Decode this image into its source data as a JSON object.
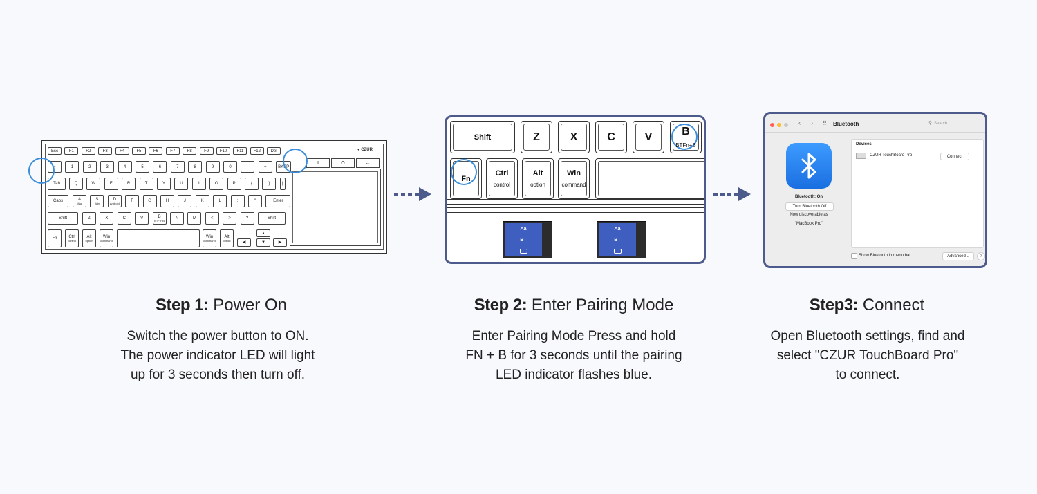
{
  "step1": {
    "title_bold": "Step 1:",
    "title_rest": "Power On",
    "desc": [
      "Switch the power button to ON.",
      "The power indicator LED will light",
      "up for 3 seconds then turn off."
    ],
    "keyboard": {
      "brand": "CZUR",
      "fn_row": [
        "Esc",
        "F1",
        "F2",
        "F3",
        "F4",
        "F5",
        "F6",
        "F7",
        "F8",
        "F9",
        "F10",
        "F11",
        "F12",
        "Del"
      ],
      "num_row": [
        "~",
        "1",
        "2",
        "3",
        "4",
        "5",
        "6",
        "7",
        "8",
        "9",
        "0",
        "-",
        "+",
        "BKSP"
      ],
      "q_row": [
        "Tab",
        "Q",
        "W",
        "E",
        "R",
        "T",
        "Y",
        "U",
        "I",
        "O",
        "P",
        "{",
        "}",
        "|"
      ],
      "a_row": [
        "Caps",
        "A",
        "S",
        "D",
        "F",
        "G",
        "H",
        "J",
        "K",
        "L",
        ":",
        "\"",
        "Enter"
      ],
      "a_row_sub": [
        "",
        "Mac",
        "Win",
        "Android",
        "",
        "",
        "",
        "",
        "",
        "",
        "",
        "",
        ""
      ],
      "z_row": [
        "Shift",
        "Z",
        "X",
        "C",
        "V",
        "B",
        "N",
        "M",
        "<",
        ">",
        "?",
        "Shift"
      ],
      "bottom_row": [
        {
          "label": "Fn",
          "sub": ""
        },
        {
          "label": "Ctrl",
          "sub": "control"
        },
        {
          "label": "Alt",
          "sub": "option"
        },
        {
          "label": "Win",
          "sub": "command"
        },
        {
          "label": "",
          "sub": ""
        },
        {
          "label": "Win",
          "sub": "command"
        },
        {
          "label": "Alt",
          "sub": "option"
        }
      ],
      "b_sub": "BTFn+B",
      "touchpad_buttons": [
        "II",
        "O",
        "←"
      ],
      "arrows": [
        "▲",
        "◀",
        "▼",
        "▶"
      ]
    }
  },
  "step2": {
    "title_bold": "Step 2:",
    "title_rest": "Enter Pairing Mode",
    "desc": [
      "Enter Pairing Mode Press and hold",
      "FN + B for 3 seconds until the pairing",
      "LED indicator flashes blue."
    ],
    "row1": [
      "Shift",
      "Z",
      "X",
      "C",
      "V",
      "B"
    ],
    "b_sub": "BTFn+B",
    "row2": [
      {
        "label": "Fn",
        "sub": ""
      },
      {
        "label": "Ctrl",
        "sub": "control"
      },
      {
        "label": "Alt",
        "sub": "option"
      },
      {
        "label": "Win",
        "sub": "command"
      }
    ],
    "led_screen": [
      "Aa",
      "BT"
    ]
  },
  "step3": {
    "title_bold": "Step3:",
    "title_rest": "Connect",
    "desc": [
      "Open Bluetooth settings, find and",
      "select \"CZUR TouchBoard Pro\"",
      "to connect."
    ],
    "window": {
      "title": "Bluetooth",
      "search_placeholder": "Search",
      "status": "Bluetooth: On",
      "turn_off_button": "Turn Bluetooth Off",
      "discoverable_1": "Now discoverable as",
      "discoverable_2": "\"MacBook Pro\"",
      "devices_header": "Devices",
      "device_name": "CZUR TouchBoard Pro",
      "connect_button": "Connect",
      "menu_bar_option": "Show Bluetooth in menu bar",
      "advanced_button": "Advanced...",
      "help_button": "?"
    }
  },
  "colors": {
    "accent": "#4c5a8c",
    "highlight_circle": "#3c8edc",
    "bluetooth_blue": "#1a6fe0",
    "led_blue": "#3f5fc0"
  }
}
